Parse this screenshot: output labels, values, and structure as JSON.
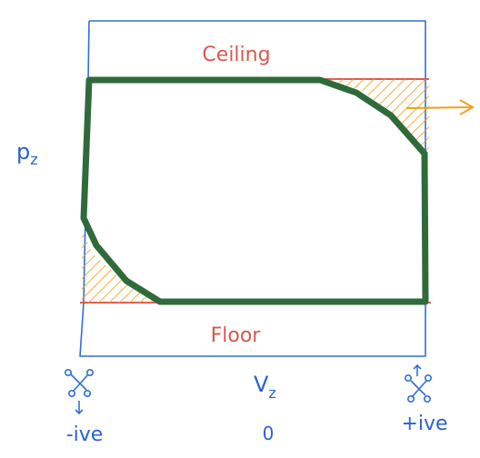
{
  "labels": {
    "ceiling": "Ceiling",
    "floor": "Floor",
    "y_axis": "pz",
    "y_axis_main": "p",
    "y_axis_sub": "z",
    "x_axis": "Vz",
    "x_axis_main": "V",
    "x_axis_sub": "z",
    "left_tick": "-ive",
    "center_tick": "0",
    "right_tick": "+ive"
  },
  "colors": {
    "outline": "#2f6fd6",
    "red": "#d9473a",
    "green": "#2f6b3a",
    "orange": "#f0a020",
    "blue_text": "#2a62cf",
    "red_text": "#d45a4f"
  },
  "icons": {
    "left_glyph": "x-loop-arrow-down-icon",
    "right_glyph": "x-loop-arrow-up-icon",
    "orange_arrow": "orange-right-arrow-icon"
  }
}
